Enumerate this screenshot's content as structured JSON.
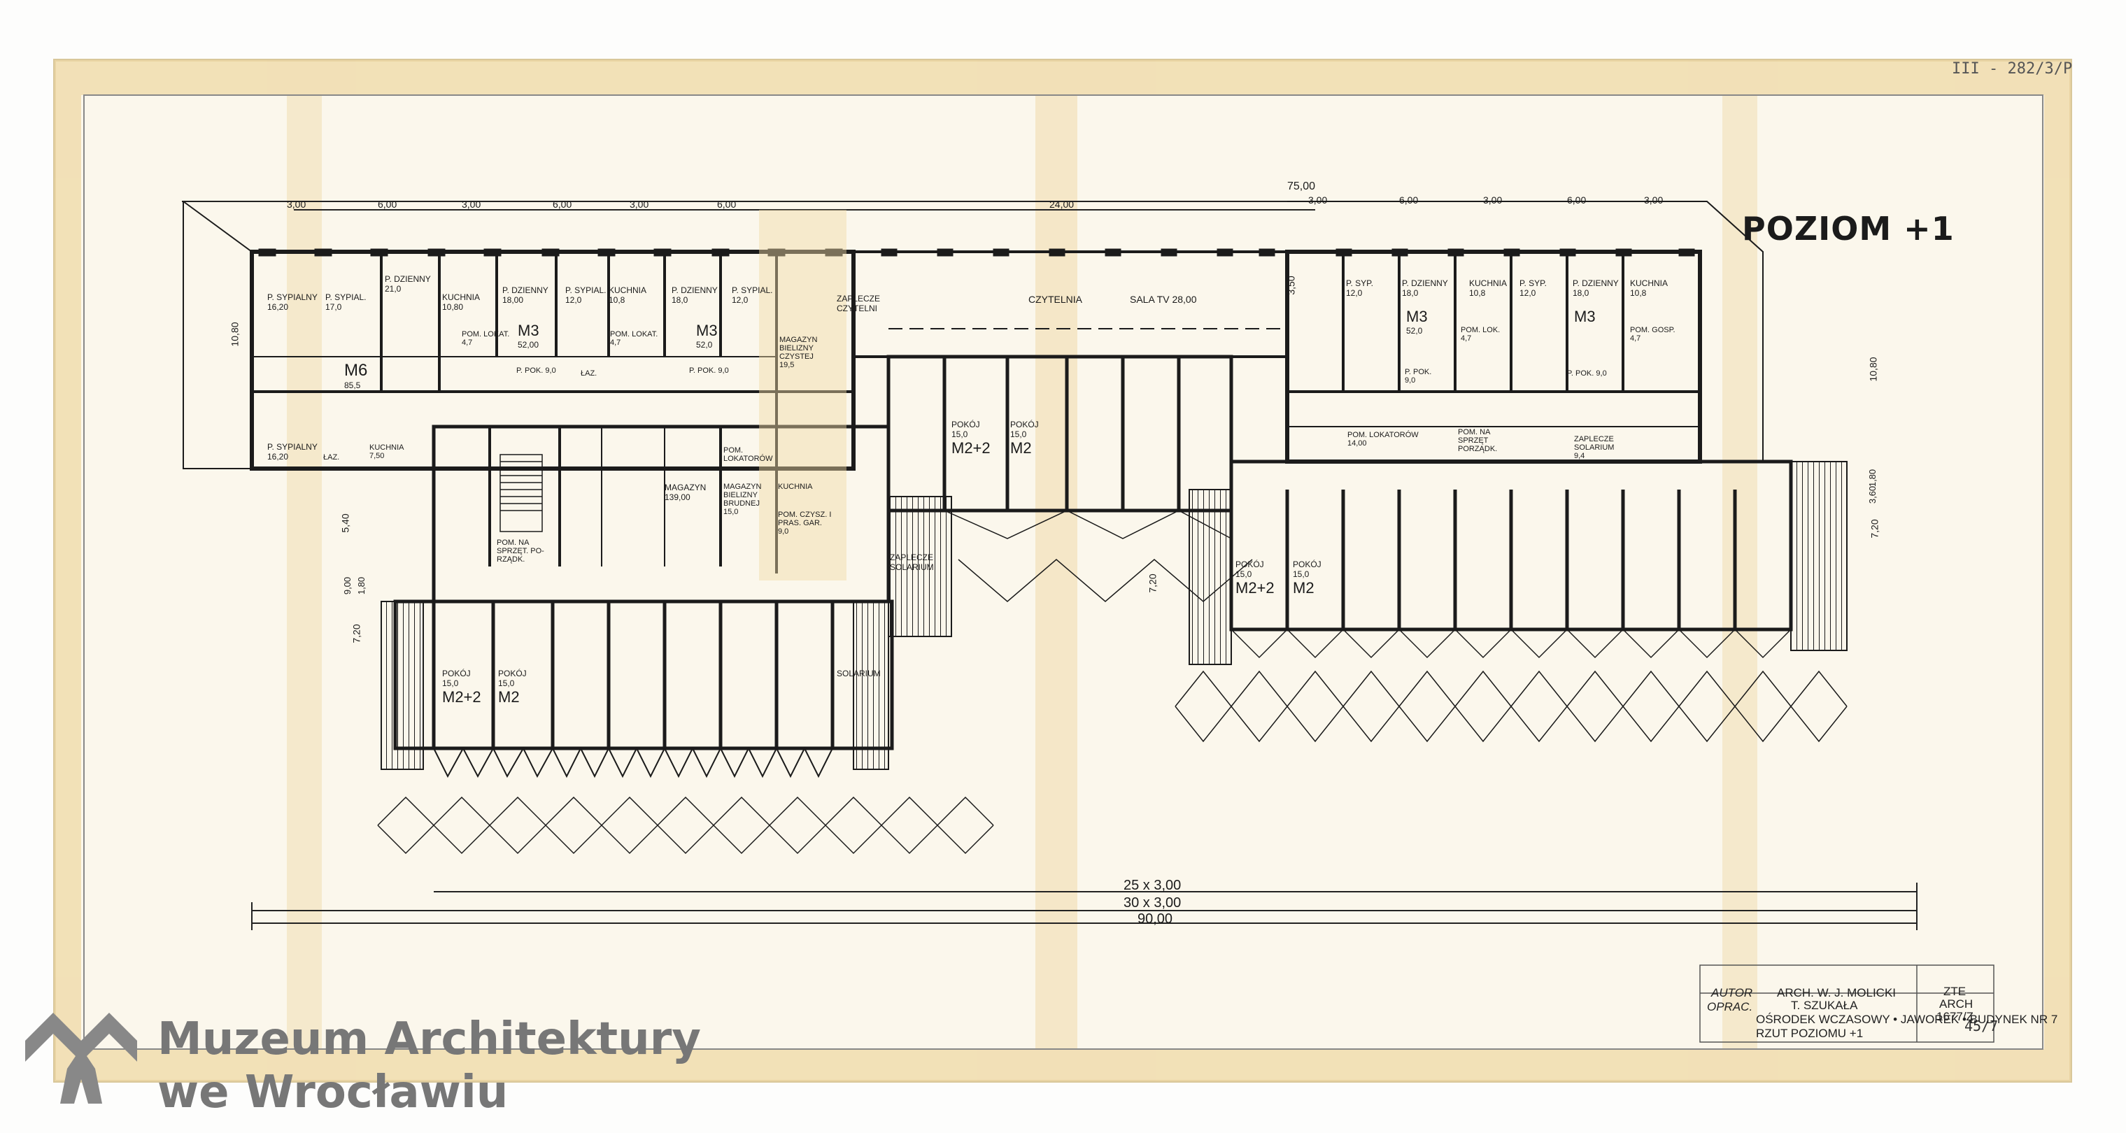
{
  "drawing": {
    "title": "POZIOM +1",
    "corner_note": "III - 282/3/P",
    "sheet_number": "45/7"
  },
  "dimensions": {
    "top_total": "75,00",
    "top_segments": [
      "3,00",
      "6,00",
      "3,00",
      "6,00",
      "3,00",
      "6,00",
      "24,00",
      "3,00",
      "6,00",
      "3,00",
      "6,00",
      "3,00"
    ],
    "left_height": "10,80",
    "right_height": "10,80",
    "misc": [
      "3,50",
      "5,40",
      "9,00",
      "1,80",
      "7,20",
      "1,80",
      "3,60",
      "7,20",
      "7,20"
    ],
    "bottom_lines": [
      "25 x 3,00",
      "30 x 3,00",
      "90,00"
    ]
  },
  "rooms": {
    "wing_left": [
      {
        "name": "P. SYPIALNY",
        "area": "16,20"
      },
      {
        "name": "P. SYPIAL.",
        "area": "17,0"
      },
      {
        "name": "P. DZIENNY",
        "area": "21,0"
      },
      {
        "name": "KUCHNIA",
        "area": "10,80"
      },
      {
        "name": "P. DZIENNY",
        "area": "18,00"
      },
      {
        "name": "P. SYPIAL.",
        "area": "12,0"
      },
      {
        "name": "KUCHNIA",
        "area": "10,8"
      },
      {
        "name": "P. DZIENNY",
        "area": "18,0"
      },
      {
        "name": "P. SYPIAL.",
        "area": "12,0"
      }
    ],
    "flat_m6": {
      "label": "M6",
      "area": "85,5"
    },
    "flat_m3_a": {
      "label": "M3",
      "area": "52,00"
    },
    "flat_m3_b": {
      "label": "M3",
      "area": "52,0"
    },
    "misc_left": [
      {
        "name": "POM. LOKAT.",
        "area": "4,7"
      },
      {
        "name": "P. POK.",
        "area": "9,0"
      },
      {
        "name": "ŁAZ.",
        "area": ""
      },
      {
        "name": "POM. LOKAT.",
        "area": "4,7"
      },
      {
        "name": "P. POK.",
        "area": "9,0"
      },
      {
        "name": "P. SYPIALNY",
        "area": "16,20"
      },
      {
        "name": "ŁAZ.",
        "area": ""
      },
      {
        "name": "KUCHNIA",
        "area": "7,50"
      },
      {
        "name": "MAGAZYN BIELIZNY CZYSTEJ",
        "area": "19,5"
      },
      {
        "name": "MAGAZYN",
        "area": "139,00"
      },
      {
        "name": "MAGAZYN BIELIZNY BRUDNEJ",
        "area": "15,0"
      },
      {
        "name": "POM. LOKATORÓW",
        "area": ""
      },
      {
        "name": "KUCHNIA",
        "area": ""
      },
      {
        "name": "POM. CZYSZ. I PRAS. GAR.",
        "area": "9,0"
      },
      {
        "name": "POM. NA SPRZĘT. PO-RZĄDK.",
        "area": ""
      }
    ],
    "center": [
      {
        "name": "ZAPLECZE CZYTELNI",
        "area": ""
      },
      {
        "name": "CZYTELNIA",
        "area": ""
      },
      {
        "name": "SALA TV",
        "area": "28,00"
      },
      {
        "name": "ZAPLECZE SOLARIUM",
        "area": ""
      },
      {
        "name": "SOLARIUM",
        "area": ""
      }
    ],
    "wing_right": [
      {
        "name": "P. SYP.",
        "area": "12,0"
      },
      {
        "name": "P. DZIENNY",
        "area": "18,0"
      },
      {
        "name": "KUCHNIA",
        "area": "10,8"
      },
      {
        "name": "P. SYP.",
        "area": "12,0"
      },
      {
        "name": "P. DZIENNY",
        "area": "18,0"
      },
      {
        "name": "KUCHNIA",
        "area": "10,8"
      },
      {
        "name": "POM. LOK.",
        "area": "4,7"
      },
      {
        "name": "POM. GOSP.",
        "area": "4,7"
      },
      {
        "name": "P. POK.",
        "area": "9,0"
      },
      {
        "name": "P. POK.",
        "area": "9,0"
      },
      {
        "name": "POM. LOKATORÓW",
        "area": "14,00"
      },
      {
        "name": "POM. NA SPRZĘT PORZĄDK.",
        "area": ""
      },
      {
        "name": "ZAPLECZE SOLARIUM",
        "area": "9,4"
      }
    ],
    "flat_m3_c": {
      "label": "M3",
      "area": "52,0"
    },
    "flat_m3_d": {
      "label": "M3",
      "area": ""
    },
    "pokoj_blocks": [
      {
        "name": "POKÓJ",
        "area": "15,0",
        "type": "M2+2"
      },
      {
        "name": "POKÓJ",
        "area": "15,0",
        "type": "M2"
      },
      {
        "name": "POKÓJ",
        "area": "15,0",
        "type": "M2+2"
      },
      {
        "name": "POKÓJ",
        "area": "15,0",
        "type": "M2"
      },
      {
        "name": "POKÓJ",
        "area": "15,0",
        "type": "M2+2"
      },
      {
        "name": "POKÓJ",
        "area": "15,0",
        "type": "M2"
      }
    ]
  },
  "title_block": {
    "autor_label": "AUTOR",
    "oprac_label": "OPRAC.",
    "author": "ARCH. W. J. MOLICKI",
    "collaborator": "T. SZUKAŁA",
    "org": "ZTE",
    "org_role": "ARCH",
    "code": "1677/Z",
    "project": "OŚRODEK WCZASOWY • JAWOREK • BUDYNEK NR 7",
    "sheet": "RZUT POZIOMU +1"
  },
  "watermark": {
    "line1": "Muzeum Architektury",
    "line2": "we Wrocławiu"
  },
  "colors": {
    "paper": "#fbf7ec",
    "tape": "#efd9a6",
    "ink": "#1b1b1b",
    "watermark": "#777777"
  }
}
